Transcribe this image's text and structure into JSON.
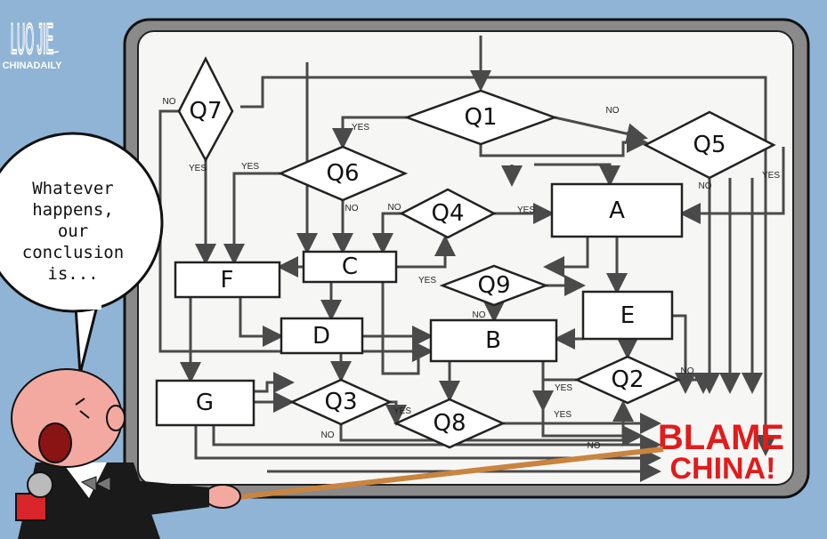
{
  "artist_signature": "LUO JIE",
  "publisher": "CHINADAILY",
  "speech_bubble": {
    "lines": [
      "Whatever",
      "happens,",
      "our",
      "conclusion",
      "is..."
    ]
  },
  "flowchart": {
    "nodes": {
      "Q1": "Q1",
      "Q2": "Q2",
      "Q3": "Q3",
      "Q4": "Q4",
      "Q5": "Q5",
      "Q6": "Q6",
      "Q7": "Q7",
      "Q8": "Q8",
      "Q9": "Q9",
      "A": "A",
      "B": "B",
      "C": "C",
      "D": "D",
      "E": "E",
      "F": "F",
      "G": "G"
    },
    "edge_labels": [
      "NO",
      "YES",
      "YES",
      "NO",
      "YES",
      "NO",
      "NO",
      "YES",
      "NO",
      "YES",
      "YES",
      "NO",
      "YES",
      "NO",
      "YES",
      "YES",
      "NO",
      "NO"
    ],
    "conclusion": {
      "line1": "BLAME",
      "line2": "CHINA!"
    }
  },
  "colors": {
    "sky": "#8fb4d6",
    "board_frame": "#8a8a8a",
    "board": "#f6f7f5",
    "line": "#4a4a4a",
    "conclusion": "#e21b1b"
  }
}
